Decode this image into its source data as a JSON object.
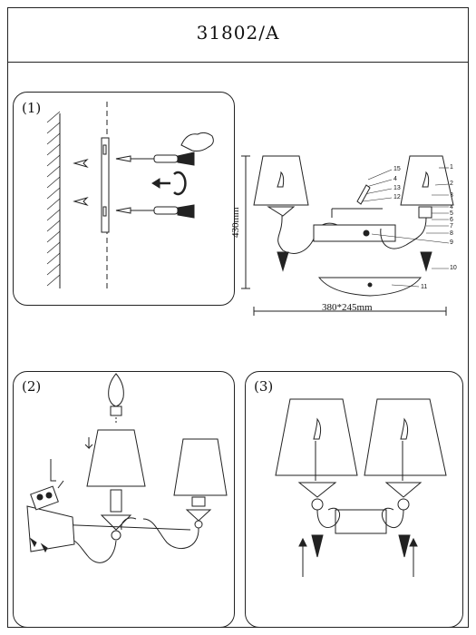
{
  "header": {
    "model_code": "31802/A"
  },
  "steps": [
    {
      "label": "(1)"
    },
    {
      "label": "(2)"
    },
    {
      "label": "(3)"
    }
  ],
  "dimensions": {
    "height": "430mm",
    "width_depth": "380*245mm"
  },
  "part_numbers": [
    "1",
    "2",
    "3",
    "4",
    "5",
    "6",
    "7",
    "8",
    "9",
    "10",
    "11",
    "12",
    "13",
    "4",
    "15"
  ]
}
